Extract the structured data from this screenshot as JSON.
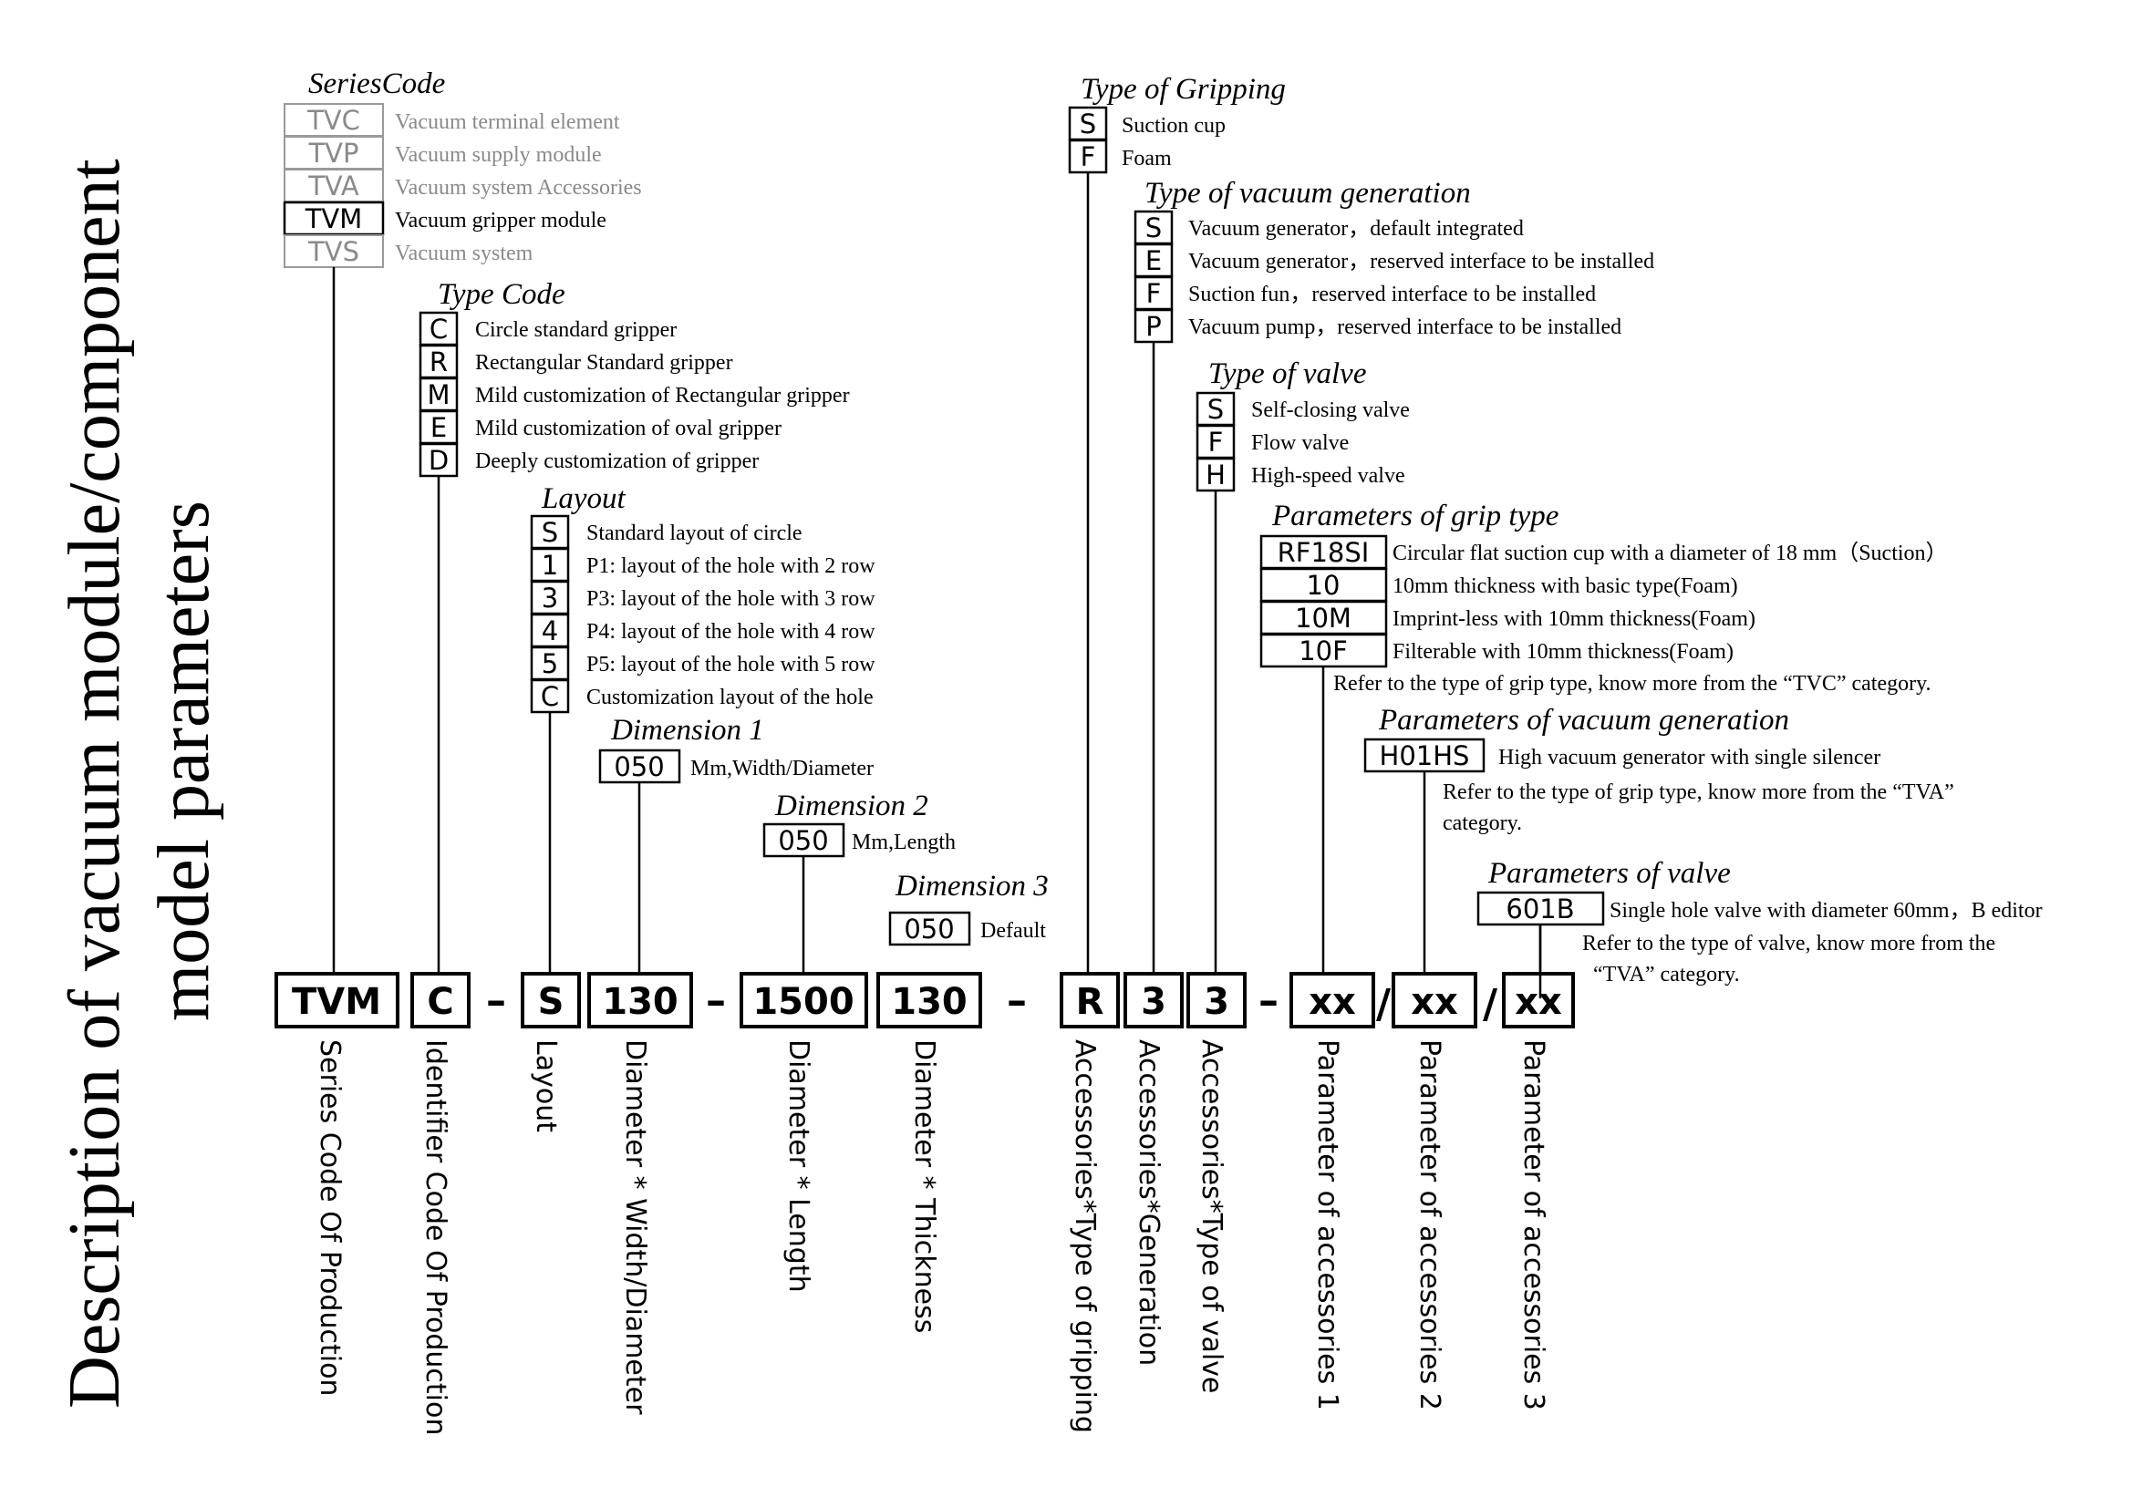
{
  "title_line1": "Description of vacuum module/component",
  "title_line2": "model parameters",
  "series": {
    "heading": "SeriesCode",
    "options": [
      {
        "code": "TVC",
        "desc": "Vacuum terminal element",
        "active": false
      },
      {
        "code": "TVP",
        "desc": "Vacuum supply module",
        "active": false
      },
      {
        "code": "TVA",
        "desc": "Vacuum system Accessories",
        "active": false
      },
      {
        "code": "TVM",
        "desc": "Vacuum gripper module",
        "active": true
      },
      {
        "code": "TVS",
        "desc": "Vacuum system",
        "active": false
      }
    ]
  },
  "type_code": {
    "heading": "Type Code",
    "options": [
      {
        "code": "C",
        "desc": "Circle standard gripper"
      },
      {
        "code": "R",
        "desc": "Rectangular Standard gripper"
      },
      {
        "code": "M",
        "desc": "Mild customization of Rectangular gripper"
      },
      {
        "code": "E",
        "desc": "Mild customization of oval gripper"
      },
      {
        "code": "D",
        "desc": "Deeply customization of gripper"
      }
    ]
  },
  "layout": {
    "heading": "Layout",
    "options": [
      {
        "code": "S",
        "desc": "Standard layout of circle"
      },
      {
        "code": "1",
        "desc": "P1:  layout of the hole with 2 row"
      },
      {
        "code": "3",
        "desc": "P3:  layout of the hole with 3 row"
      },
      {
        "code": "4",
        "desc": "P4:  layout of the hole with 4 row"
      },
      {
        "code": "5",
        "desc": "P5:  layout of the hole with 5 row"
      },
      {
        "code": "C",
        "desc": "Customization layout of the hole"
      }
    ]
  },
  "dimension1": {
    "heading": "Dimension 1",
    "code": "050",
    "desc": "Mm,Width/Diameter"
  },
  "dimension2": {
    "heading": "Dimension 2",
    "code": "050",
    "desc": "Mm,Length"
  },
  "dimension3": {
    "heading": "Dimension 3",
    "code": "050",
    "desc": "Default"
  },
  "gripping": {
    "heading": "Type of Gripping",
    "options": [
      {
        "code": "S",
        "desc": "Suction cup"
      },
      {
        "code": "F",
        "desc": "Foam"
      }
    ]
  },
  "vacuum_generation": {
    "heading": "Type of vacuum generation",
    "options": [
      {
        "code": "S",
        "desc": "Vacuum generator，default integrated"
      },
      {
        "code": "E",
        "desc": "Vacuum generator，reserved interface to be installed"
      },
      {
        "code": "F",
        "desc": "Suction fun，reserved interface to be installed"
      },
      {
        "code": "P",
        "desc": "Vacuum pump，reserved interface to be installed"
      }
    ]
  },
  "valve": {
    "heading": "Type of valve",
    "options": [
      {
        "code": "S",
        "desc": "Self-closing valve"
      },
      {
        "code": "F",
        "desc": "Flow valve"
      },
      {
        "code": "H",
        "desc": "High-speed valve"
      }
    ]
  },
  "grip_params": {
    "heading": "Parameters of grip type",
    "options": [
      {
        "code": "RF18SI",
        "desc": "Circular flat suction cup with a diameter of 18 mm（Suction）"
      },
      {
        "code": "10",
        "desc": "10mm thickness with basic type(Foam)"
      },
      {
        "code": "10M",
        "desc": "Imprint-less with 10mm thickness(Foam)"
      },
      {
        "code": "10F",
        "desc": "Filterable with 10mm thickness(Foam)"
      }
    ],
    "note": "Refer to the type of grip type, know more from the “TVC” category."
  },
  "vacgen_params": {
    "heading": "Parameters of vacuum generation",
    "code": "H01HS",
    "desc": "High vacuum generator with single silencer",
    "note_line1": "Refer to the type of grip type, know more from the “TVA”",
    "note_line2": "category."
  },
  "valve_params": {
    "heading": "Parameters of valve",
    "code": "601B",
    "desc": "Single hole valve with diameter 60mm，B editor",
    "note_line1": "Refer to the type of valve, know more from the",
    "note_line2": "“TVA” category."
  },
  "model": {
    "segments": [
      "TVM",
      "C",
      "S",
      "130",
      "1500",
      "130",
      "R",
      "3",
      "3",
      "xx",
      "xx",
      "xx"
    ],
    "separators": [
      "–",
      "–",
      "–",
      "–",
      "/",
      "/"
    ]
  },
  "labels": [
    "Series Code Of Production",
    "Identifier Code Of Production",
    "Layout",
    "Diameter * Width/Diameter",
    "Diameter * Length",
    "Diameter * Thickness",
    "Accessories*Type of gripping",
    "Accessories*Generation",
    "Accessories*Type of valve",
    "Parameter of accessories 1",
    "Parameter of accessories 2",
    "Parameter of accessories 3"
  ],
  "colors": {
    "ink": "#000000",
    "inactive": "#8a8a8a",
    "inactive_border": "#9a9a9a"
  }
}
